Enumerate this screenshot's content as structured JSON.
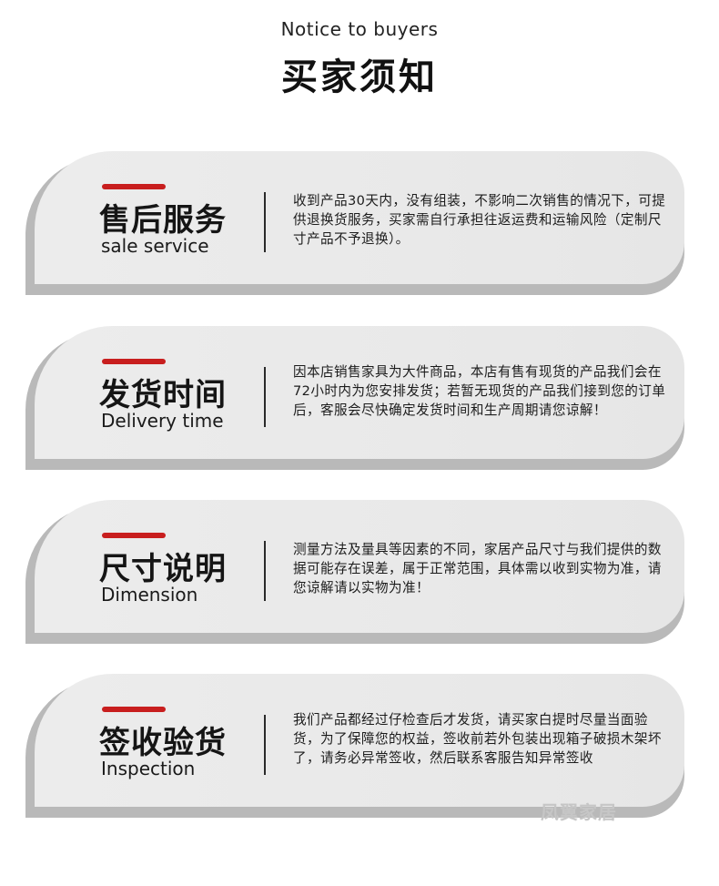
{
  "header": {
    "subtitle_en": "Notice to buyers",
    "title_zh": "买家须知"
  },
  "sections": [
    {
      "title_zh": "售后服务",
      "title_en": "sale service",
      "text": "收到产品30天内，没有组装，不影响二次销售的情况下，可提供退换货服务，买家需自行承担往返运费和运输风险（定制尺寸产品不予退换）。"
    },
    {
      "title_zh": "发货时间",
      "title_en": "Delivery time",
      "text": "因本店销售家具为大件商品，本店有售有现货的产品我们会在72小时内为您安排发货；若暂无现货的产品我们接到您的订单后，客服会尽快确定发货时间和生产周期请您谅解！"
    },
    {
      "title_zh": "尺寸说明",
      "title_en": "Dimension",
      "text": "测量方法及量具等因素的不同，家居产品尺寸与我们提供的数据可能存在误差，属于正常范围，具体需以收到实物为准，请您谅解请以实物为准！"
    },
    {
      "title_zh": "签收验货",
      "title_en": "Inspection",
      "text": "我们产品都经过仔检查后才发货，请买家白提时尽量当面验货，为了保障您的权益，签收前若外包装出现箱子破损木架坏了，请务必异常签收，然后联系客服告知异常签收"
    }
  ],
  "watermark": "凤翼家居",
  "colors": {
    "accent": "#c81e1e",
    "card": "#ebebeb",
    "card_shadow": "#b9b9b9"
  }
}
